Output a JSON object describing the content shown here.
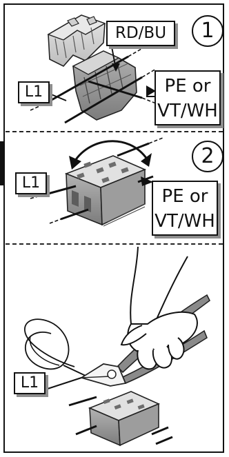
{
  "labels": {
    "step1_number": "1",
    "step2_number": "2",
    "wire_rdbu": "RD/BU",
    "wire_l1": "L1",
    "wire_pe_line1": "PE or",
    "wire_pe_line2": "VT/WH"
  },
  "colors": {
    "line": "#111111",
    "connector_light": "#d4d4d4",
    "connector_mid": "#a9a9a9",
    "connector_dark": "#727272",
    "label_shadow": "#8e8e8e"
  },
  "icons": [
    "connector-open-icon",
    "connector-closed-icon",
    "rotate-arrow-icon",
    "wire-cutter-icon",
    "hand-icon",
    "wire-coil-icon"
  ]
}
